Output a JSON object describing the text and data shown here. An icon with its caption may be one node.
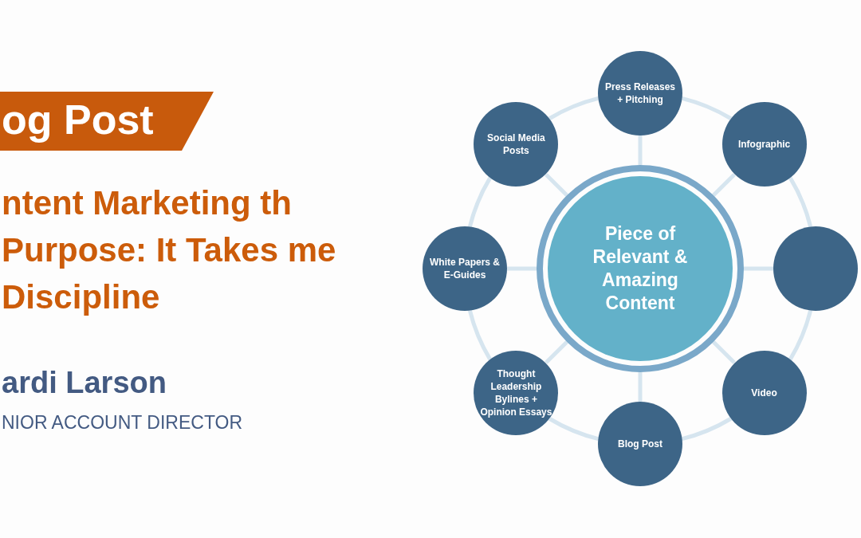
{
  "diagram": {
    "title": "ntent Marketing th Purpose: It Takes me Discipline",
    "nodes": [
      {
        "text": [
          "Piece of Relevant & Amazing Content"
        ]
      },
      {
        "text": [
          "Press Releases + Pitching"
        ]
      },
      {
        "text": [
          "Infographic"
        ]
      },
      {
        "text": [],
        "shape": "circle"
      },
      {
        "text": [
          "Video"
        ]
      },
      {
        "text": [
          "Blog Post"
        ]
      },
      {
        "text": [
          "Thought Leadership Bylines + Opinion Essays"
        ]
      },
      {
        "text": [
          "White Papers & E-Guides"
        ]
      },
      {
        "text": [
          "Social Media Posts"
        ]
      }
    ],
    "edges": [
      {
        "from": 0,
        "to": 1,
        "arrow": "none"
      },
      {
        "from": 0,
        "to": 2,
        "arrow": "none"
      },
      {
        "from": 0,
        "to": 3,
        "arrow": "none"
      },
      {
        "from": 0,
        "to": 4,
        "arrow": "none"
      },
      {
        "from": 0,
        "to": 5,
        "arrow": "none"
      },
      {
        "from": 0,
        "to": 6,
        "arrow": "none"
      },
      {
        "from": 0,
        "to": 7,
        "arrow": "none"
      },
      {
        "from": 0,
        "to": 8,
        "arrow": "none"
      },
      {
        "from": 1,
        "to": 2,
        "arrow": "none"
      },
      {
        "from": 2,
        "to": 3,
        "arrow": "none"
      },
      {
        "from": 3,
        "to": 4,
        "arrow": "none"
      },
      {
        "from": 4,
        "to": 5,
        "arrow": "none"
      },
      {
        "from": 5,
        "to": 6,
        "arrow": "none"
      },
      {
        "from": 6,
        "to": 7,
        "arrow": "none"
      },
      {
        "from": 7,
        "to": 8,
        "arrow": "none"
      },
      {
        "from": 8,
        "to": 1,
        "arrow": "none"
      }
    ],
    "labels": [
      "og Post",
      "ardi Larson",
      "NIOR ACCOUNT DIRECTOR"
    ]
  }
}
